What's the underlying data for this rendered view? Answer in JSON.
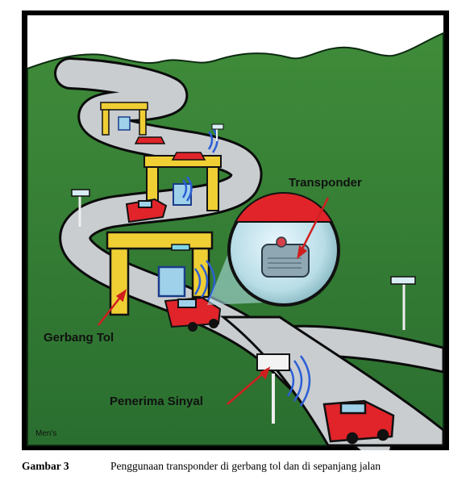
{
  "labels": {
    "transponder": "Transponder",
    "toll_gate": "Gerbang Tol",
    "signal_receiver": "Penerima Sinyal",
    "credit": "Men's"
  },
  "caption": {
    "label": "Gambar 3",
    "text": "Penggunaan transponder di gerbang tol dan di sepanjang jalan"
  },
  "colors": {
    "frame": "#000000",
    "sky": "#ffffff",
    "grass": "#2f7a33",
    "road": "#c9cdd0",
    "gate": "#f0cf35",
    "car": "#e0242a",
    "signal_wave": "#2c5fd6",
    "arrow": "#d01f1f"
  }
}
